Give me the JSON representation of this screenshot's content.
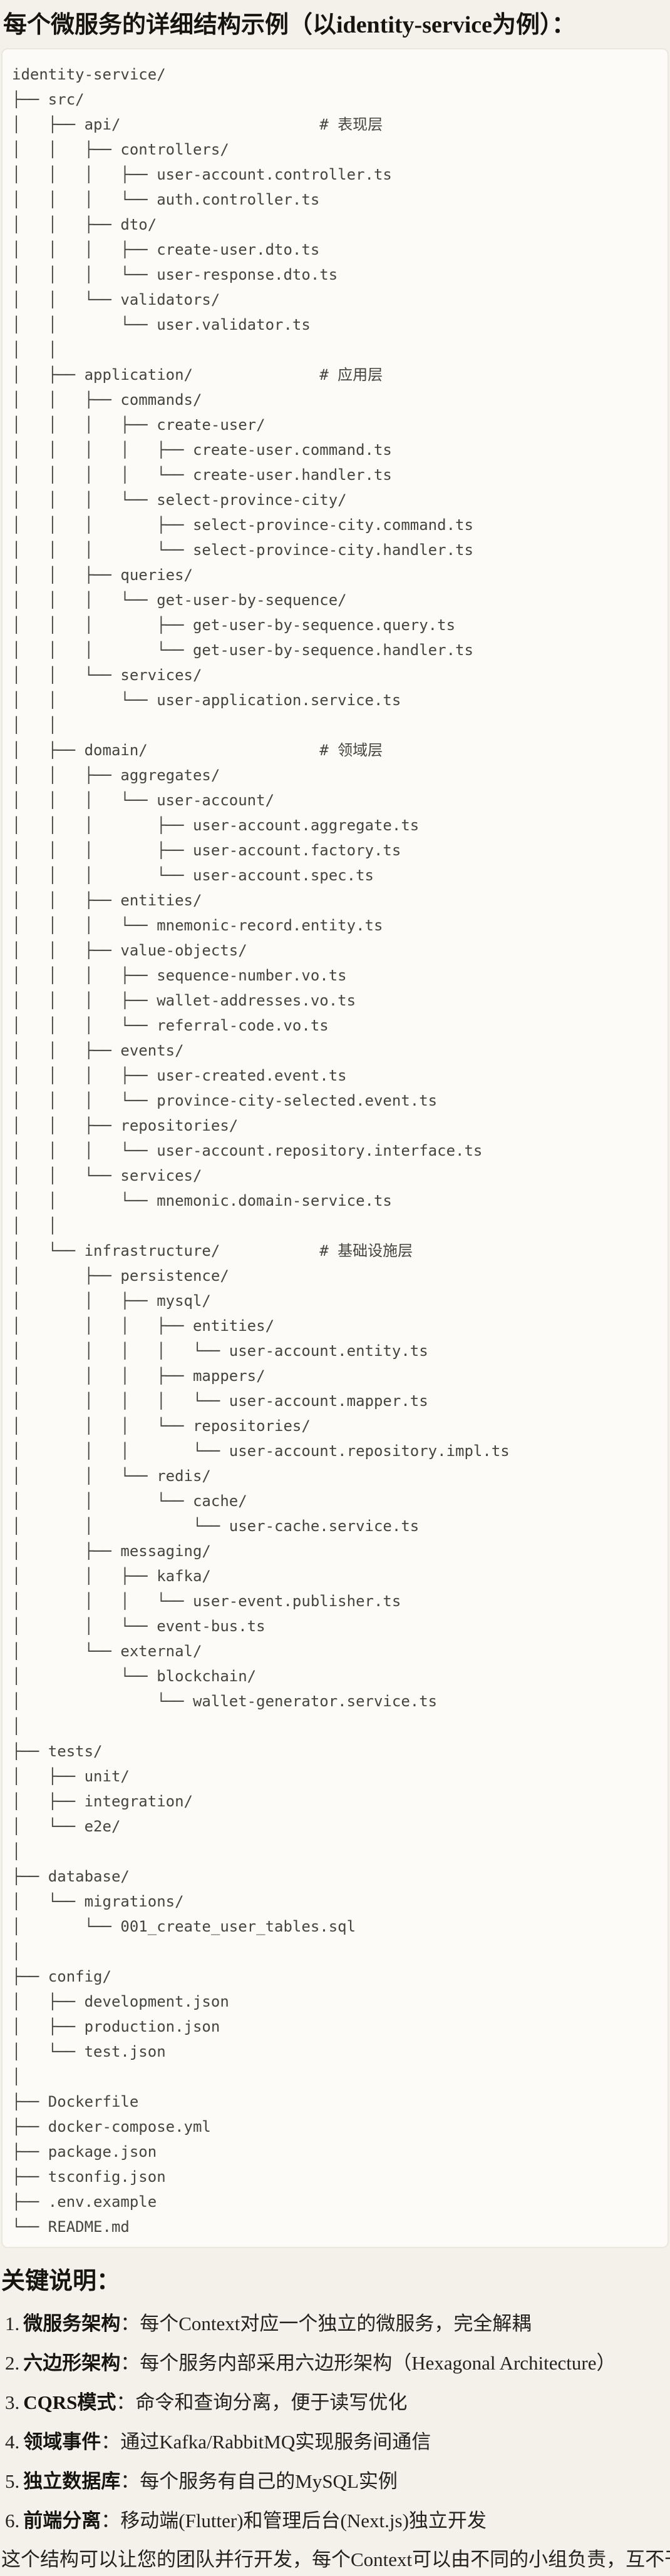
{
  "title": "每个微服务的详细结构示例（以identity-service为例）：",
  "code_block": {
    "lines": [
      "identity-service/",
      "├── src/",
      "│   ├── api/                      # 表现层",
      "│   │   ├── controllers/",
      "│   │   │   ├── user-account.controller.ts",
      "│   │   │   └── auth.controller.ts",
      "│   │   ├── dto/",
      "│   │   │   ├── create-user.dto.ts",
      "│   │   │   └── user-response.dto.ts",
      "│   │   └── validators/",
      "│   │       └── user.validator.ts",
      "│   │",
      "│   ├── application/              # 应用层",
      "│   │   ├── commands/",
      "│   │   │   ├── create-user/",
      "│   │   │   │   ├── create-user.command.ts",
      "│   │   │   │   └── create-user.handler.ts",
      "│   │   │   └── select-province-city/",
      "│   │   │       ├── select-province-city.command.ts",
      "│   │   │       └── select-province-city.handler.ts",
      "│   │   ├── queries/",
      "│   │   │   └── get-user-by-sequence/",
      "│   │   │       ├── get-user-by-sequence.query.ts",
      "│   │   │       └── get-user-by-sequence.handler.ts",
      "│   │   └── services/",
      "│   │       └── user-application.service.ts",
      "│   │",
      "│   ├── domain/                   # 领域层",
      "│   │   ├── aggregates/",
      "│   │   │   └── user-account/",
      "│   │   │       ├── user-account.aggregate.ts",
      "│   │   │       ├── user-account.factory.ts",
      "│   │   │       └── user-account.spec.ts",
      "│   │   ├── entities/",
      "│   │   │   └── mnemonic-record.entity.ts",
      "│   │   ├── value-objects/",
      "│   │   │   ├── sequence-number.vo.ts",
      "│   │   │   ├── wallet-addresses.vo.ts",
      "│   │   │   └── referral-code.vo.ts",
      "│   │   ├── events/",
      "│   │   │   ├── user-created.event.ts",
      "│   │   │   └── province-city-selected.event.ts",
      "│   │   ├── repositories/",
      "│   │   │   └── user-account.repository.interface.ts",
      "│   │   └── services/",
      "│   │       └── mnemonic.domain-service.ts",
      "│   │",
      "│   └── infrastructure/           # 基础设施层",
      "│       ├── persistence/",
      "│       │   ├── mysql/",
      "│       │   │   ├── entities/",
      "│       │   │   │   └── user-account.entity.ts",
      "│       │   │   ├── mappers/",
      "│       │   │   │   └── user-account.mapper.ts",
      "│       │   │   └── repositories/",
      "│       │   │       └── user-account.repository.impl.ts",
      "│       │   └── redis/",
      "│       │       └── cache/",
      "│       │           └── user-cache.service.ts",
      "│       ├── messaging/",
      "│       │   ├── kafka/",
      "│       │   │   └── user-event.publisher.ts",
      "│       │   └── event-bus.ts",
      "│       └── external/",
      "│           └── blockchain/",
      "│               └── wallet-generator.service.ts",
      "│",
      "├── tests/",
      "│   ├── unit/",
      "│   ├── integration/",
      "│   └── e2e/",
      "│",
      "├── database/",
      "│   └── migrations/",
      "│       └── 001_create_user_tables.sql",
      "│",
      "├── config/",
      "│   ├── development.json",
      "│   ├── production.json",
      "│   └── test.json",
      "│",
      "├── Dockerfile",
      "├── docker-compose.yml",
      "├── package.json",
      "├── tsconfig.json",
      "├── .env.example",
      "└── README.md"
    ]
  },
  "notes": {
    "heading": "关键说明：",
    "items": [
      {
        "num": "1.",
        "term": "微服务架构",
        "text": "：每个Context对应一个独立的微服务，完全解耦"
      },
      {
        "num": "2.",
        "term": "六边形架构",
        "text": "：每个服务内部采用六边形架构（Hexagonal Architecture）"
      },
      {
        "num": "3.",
        "term": "CQRS模式",
        "text": "：命令和查询分离，便于读写优化"
      },
      {
        "num": "4.",
        "term": "领域事件",
        "text": "：通过Kafka/RabbitMQ实现服务间通信"
      },
      {
        "num": "5.",
        "term": "独立数据库",
        "text": "：每个服务有自己的MySQL实例"
      },
      {
        "num": "6.",
        "term": "前端分离",
        "text": "：移动端(Flutter)和管理后台(Next.js)独立开发"
      }
    ],
    "closing": "这个结构可以让您的团队并行开发，每个Context可以由不同的小组负责，互不干扰。"
  }
}
